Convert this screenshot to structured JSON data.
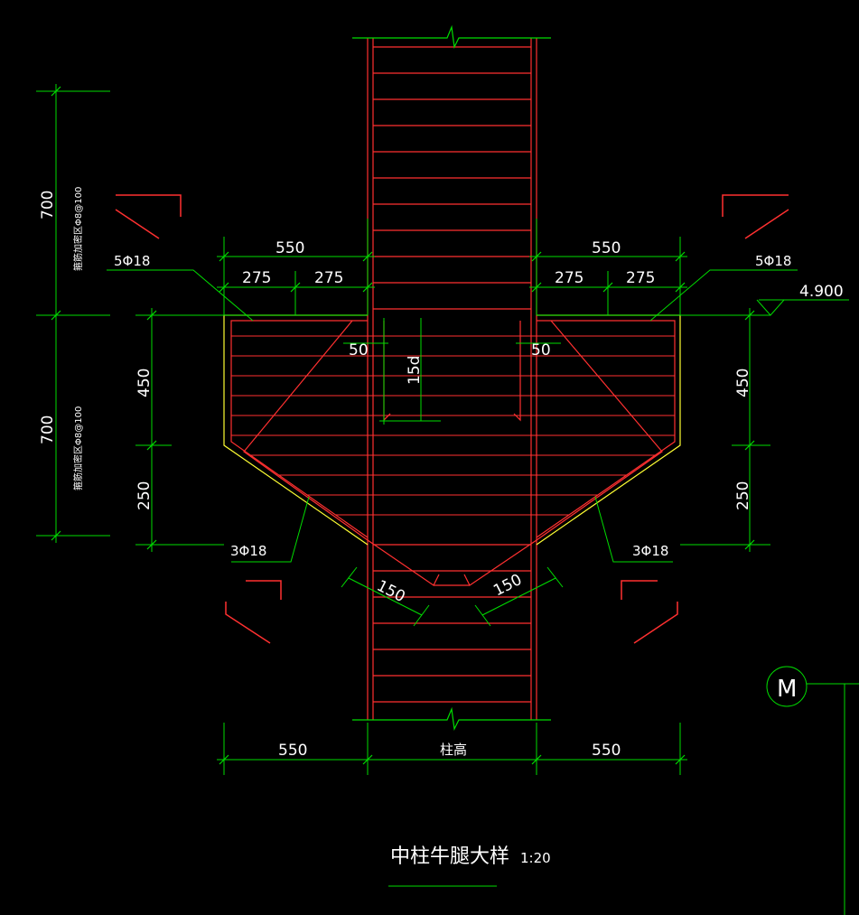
{
  "title": "中柱牛腿大样",
  "scale": "1:20",
  "elevation": "4.900",
  "marker": "M",
  "dims": {
    "top_left_total": "550",
    "top_right_total": "550",
    "top_left_a": "275",
    "top_left_b": "275",
    "top_right_a": "275",
    "top_right_b": "275",
    "bottom_left": "550",
    "bottom_right": "550",
    "bottom_mid": "柱高",
    "left_450": "450",
    "left_250": "250",
    "right_450": "450",
    "right_250": "250",
    "far_left_700_top": "700",
    "far_left_700_bot": "700",
    "inner_50_left": "50",
    "inner_50_right": "50",
    "anchor": "15d",
    "diag_150_left": "150",
    "diag_150_right": "150"
  },
  "rebar": {
    "top_left": "5Φ18",
    "top_right": "5Φ18",
    "bottom_left": "3Φ18",
    "bottom_right": "3Φ18"
  },
  "notes": {
    "stirrup_zone_upper": "箍筋加密区Φ8@100",
    "stirrup_zone_lower": "箍筋加密区Φ8@100"
  },
  "colors": {
    "background": "#000000",
    "rebar": "#ff0000",
    "dimension": "#00cc00",
    "outline": "#ffff00",
    "text": "#ffffff"
  }
}
